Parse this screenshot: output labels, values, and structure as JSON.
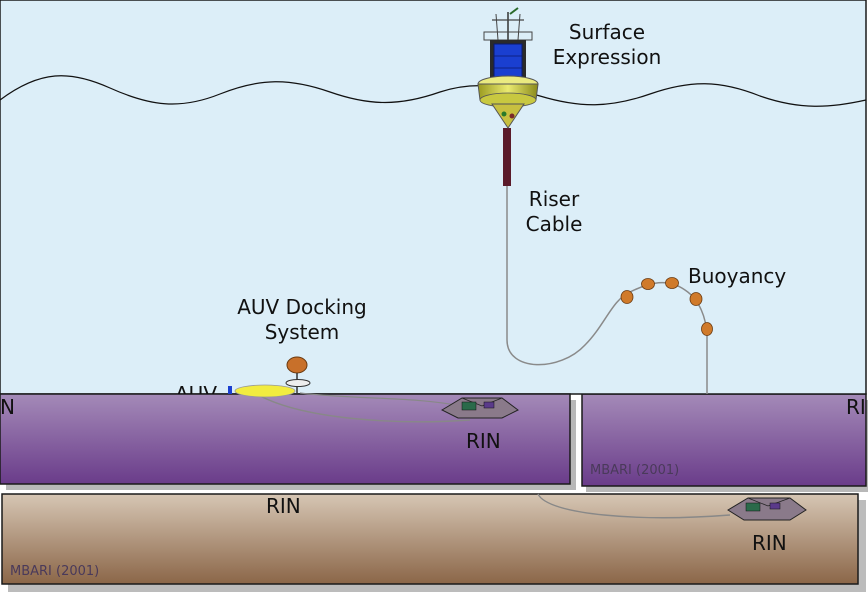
{
  "labels": {
    "surface_expression_line1": "Surface",
    "surface_expression_line2": "Expression",
    "riser_cable_line1": "Riser",
    "riser_cable_line2": "Cable",
    "buoyancy": "Buoyancy",
    "auv_docking_line1": "AUV Docking",
    "auv_docking_line2": "System",
    "auv_partial": "AUV",
    "rin_center": "RIN",
    "rin_lower_left": "RIN",
    "rin_lower_right": "RIN",
    "edge_left_partial": "N",
    "edge_right_partial": "RI"
  },
  "credits": {
    "right_panel": "MBARI (2001)",
    "bottom_panel": "MBARI (2001)"
  },
  "colors": {
    "water": "#dceef8",
    "seafloor_purple_top": "#a48ab8",
    "seafloor_purple_bottom": "#6a3c8a",
    "seafloor_brown_top": "#d4c3b0",
    "seafloor_brown_bottom": "#8b6648",
    "buoy_yellow": "#d8d84a",
    "buoy_panel_blue": "#1a3fd0",
    "buoyancy_orange": "#d07a2a",
    "cable": "#8a8a8a",
    "riser_dark": "#5a1a2a"
  }
}
